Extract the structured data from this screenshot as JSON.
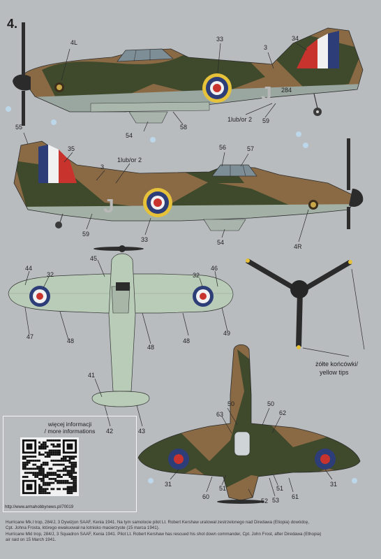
{
  "step_number": "4.",
  "callouts": {
    "side1": [
      "4L",
      "33",
      "3",
      "34",
      "54",
      "58",
      "1lub/or 2",
      "59"
    ],
    "side2": [
      "55",
      "35",
      "3",
      "1lub/or 2",
      "56",
      "57",
      "59",
      "33",
      "54",
      "4R"
    ],
    "underside": [
      "45",
      "44",
      "32",
      "32",
      "46",
      "47",
      "48",
      "48",
      "48",
      "49",
      "41",
      "42",
      "43"
    ],
    "topside": [
      "50",
      "50",
      "63",
      "62",
      "31",
      "31",
      "60",
      "51",
      "51",
      "53",
      "52",
      "61"
    ]
  },
  "fuselage_code": "J",
  "fuselage_serial": "284",
  "propeller_note": [
    "żółte końcówki/",
    "yellow tips"
  ],
  "info_box": {
    "title_pl": "więcej informacji",
    "title_en": "/ more informations",
    "url": "http://www.armahobbynews.pl/70019"
  },
  "caption": {
    "line1": "Hurricane Mk.I trop, 284/J, 3 Dywizjon SAAF, Kenia 1941. Na tym samolocie pilot Lt. Robert Kershaw uratował zestrzelonego nad Diredawa (Etiopia) dowódcę,",
    "line2": "Cpt. Johna Frosta, którego ewakuował na lotnisko macierzyste (15 marca 1941).",
    "line3": "Hurricane MkI trop, 284/J, 3 Squadron SAAF, Kenia 1941. Pilot Lt. Robert Kershaw has rescued his shot down commander, Cpt. John Frost, after Diredawa (Ethopia)",
    "line4": "air raid on 15 March 1941."
  },
  "colors": {
    "background": "#b9bcbf",
    "camo_brown": "#8a6a45",
    "camo_green": "#3f4a2c",
    "underside_blue": "#b9ccb8",
    "roundel_yellow": "#e6c23a",
    "roundel_blue": "#2d3d78",
    "roundel_red": "#c8342d"
  }
}
